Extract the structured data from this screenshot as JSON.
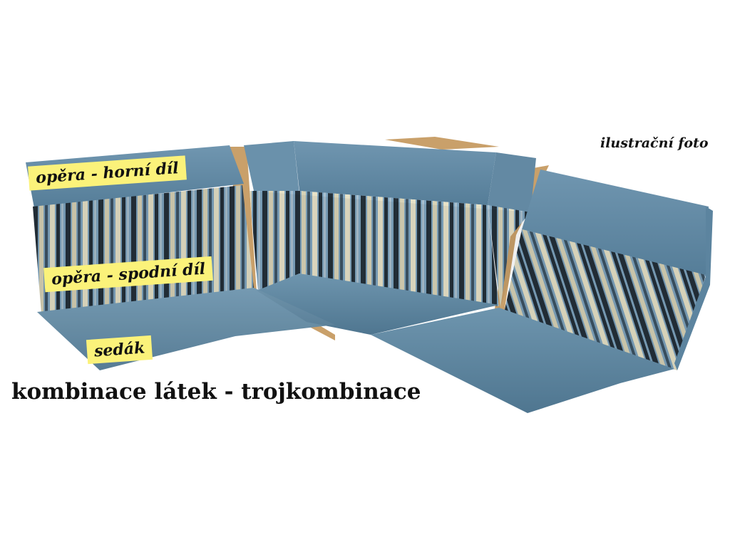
{
  "labels": {
    "backrest_upper": "opěra - horní díl",
    "backrest_lower": "opěra - spodní díl",
    "seat": "sedák"
  },
  "caption": "kombinace látek - trojkombinace",
  "photo_note": "ilustrační foto",
  "colors": {
    "background": "#ffffff",
    "fabric_blue": "#5f86a1",
    "fabric_blue_light": "#7da1b8",
    "stripe_dark": "#24303a",
    "stripe_cream": "#d8d3b7",
    "stripe_blue": "#7ea4bf",
    "wood_frame": "#c9a06a",
    "label_bg": "#fbf27a"
  }
}
